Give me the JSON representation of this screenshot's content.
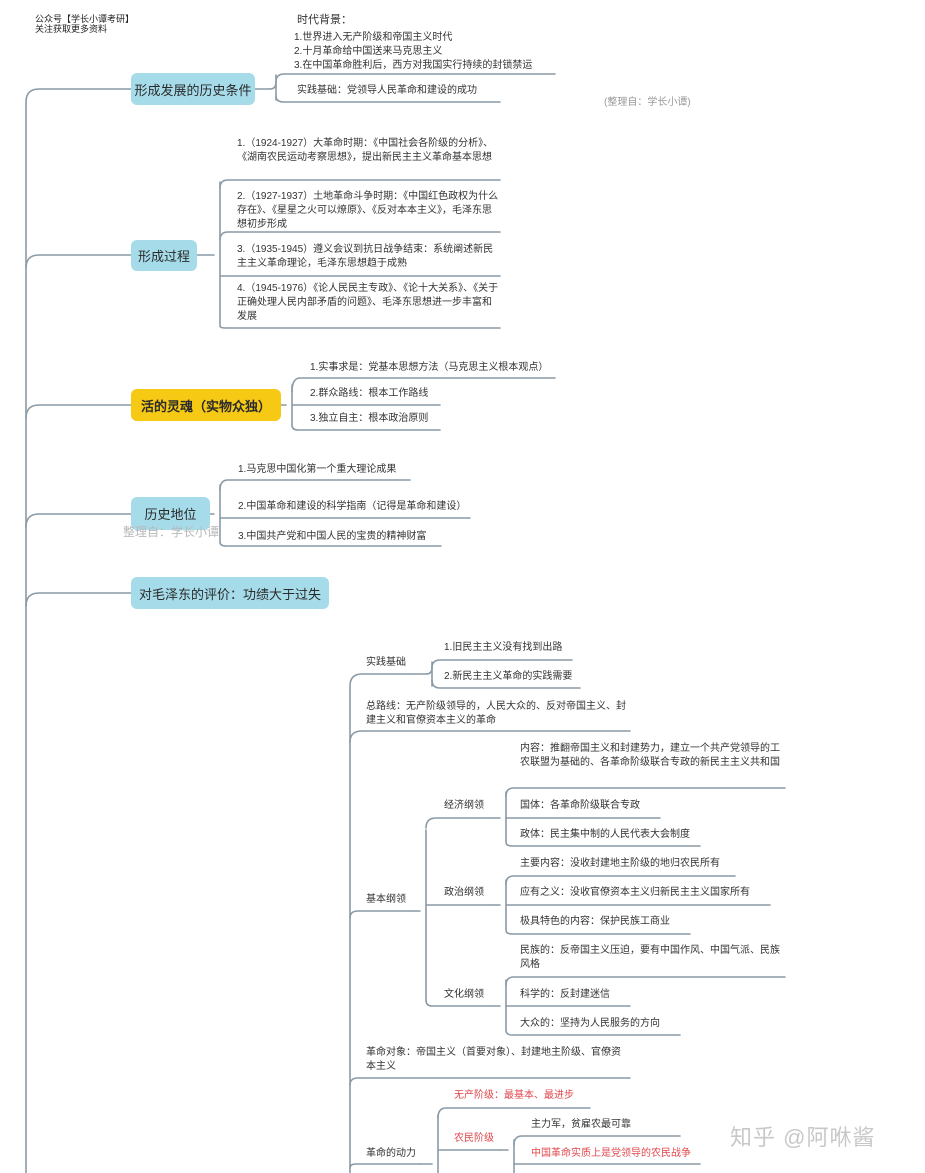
{
  "header": {
    "line1": "公众号【学长小谭考研】",
    "line2": "关注获取更多资料"
  },
  "watermark_top": "(整理自：学长小谭)",
  "watermark_mid": "整理自：学长小谭",
  "zhihu": "知乎 @阿咻酱",
  "main_nodes": {
    "n1": "形成发展的历史条件",
    "n2": "形成过程",
    "n3": "活的灵魂（实物众独）",
    "n4": "历史地位",
    "n5": "对毛泽东的评价：功绩大于过失"
  },
  "conditions": {
    "background_title": "时代背景：",
    "bg_items": [
      "1.世界进入无产阶级和帝国主义时代",
      "2.十月革命给中国送来马克思主义",
      "3.在中国革命胜利后，西方对我国实行持续的封锁禁运"
    ],
    "practice": "实践基础：党领导人民革命和建设的成功"
  },
  "process": [
    "1.（1924-1927）大革命时期：《中国社会各阶级的分析》、《湖南农民运动考察思想》，提出新民主主义革命基本思想",
    "2.（1927-1937）土地革命斗争时期：《中国红色政权为什么存在》、《星星之火可以燎原》、《反对本本主义》，毛泽东思想初步形成",
    "3.（1935-1945）遵义会议到抗日战争结束：系统阐述新民主主义革命理论，毛泽东思想趋于成熟",
    "4.（1945-1976）《论人民民主专政》、《论十大关系》、《关于正确处理人民内部矛盾的问题》、毛泽东思想进一步丰富和发展"
  ],
  "soul": [
    "1.实事求是：党基本思想方法（马克思主义根本观点）",
    "2.群众路线：根本工作路线",
    "3.独立自主：根本政治原则"
  ],
  "status": [
    "1.马克思中国化第一个重大理论成果",
    "2.中国革命和建设的科学指南（记得是革命和建设）",
    "3.中国共产党和中国人民的宝贵的精神财富"
  ],
  "lower": {
    "practice_basis": "实践基础",
    "practice_items": [
      "1.旧民主主义没有找到出路",
      "2.新民主主义革命的实践需要"
    ],
    "general_line": "总路线：无产阶级领导的，人民大众的、反对帝国主义、封建主义和官僚资本主义的革命",
    "basic_program": "基本纲领",
    "econ": "经济纲领",
    "econ_items": [
      "内容：推翻帝国主义和封建势力，建立一个共产党领导的工农联盟为基础的、各革命阶级联合专政的新民主主义共和国",
      "国体：各革命阶级联合专政",
      "政体：民主集中制的人民代表大会制度"
    ],
    "politics": "政治纲领",
    "politics_items": [
      "主要内容：没收封建地主阶级的地归农民所有",
      "应有之义：没收官僚资本主义归新民主主义国家所有",
      "极具特色的内容：保护民族工商业"
    ],
    "culture": "文化纲领",
    "culture_items": [
      "民族的：反帝国主义压迫，要有中国作风、中国气派、民族风格",
      "科学的：反封建迷信",
      "大众的：坚持为人民服务的方向"
    ],
    "targets": "革命对象：帝国主义（首要对象）、封建地主阶级、官僚资本主义",
    "motive": "革命的动力",
    "proletariat": "无产阶级：最基本、最进步",
    "peasant": "农民阶级",
    "peasant_items": [
      "主力军，贫雇农最可靠",
      "中国革命实质上是党领导的农民战争"
    ]
  },
  "colors": {
    "node_blue": "#a6dcea",
    "node_gold": "#f6c915",
    "line": "#8a9aa6",
    "red": "#e0474c"
  }
}
